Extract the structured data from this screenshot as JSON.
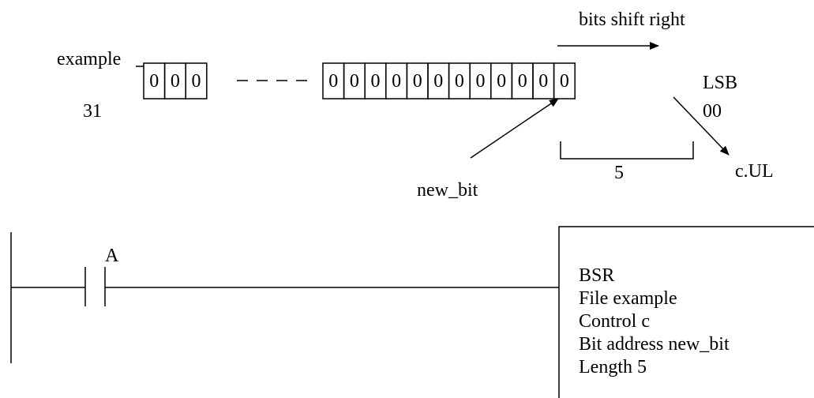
{
  "register": {
    "name": "example",
    "msb_label": "31",
    "lsb_label": "LSB",
    "lsb_index": "00",
    "high_bits": [
      "0",
      "0",
      "0"
    ],
    "low_bits": [
      "0",
      "0",
      "0",
      "0",
      "0",
      "0",
      "0",
      "0",
      "0",
      "0",
      "0",
      "0"
    ]
  },
  "annotations": {
    "shift_label": "bits shift right",
    "new_bit_label": "new_bit",
    "length_label": "5",
    "unload_label": "c.UL"
  },
  "ladder": {
    "contact_label": "A",
    "instruction": [
      "BSR",
      "File example",
      "Control c",
      "Bit address new_bit",
      "Length 5"
    ]
  }
}
